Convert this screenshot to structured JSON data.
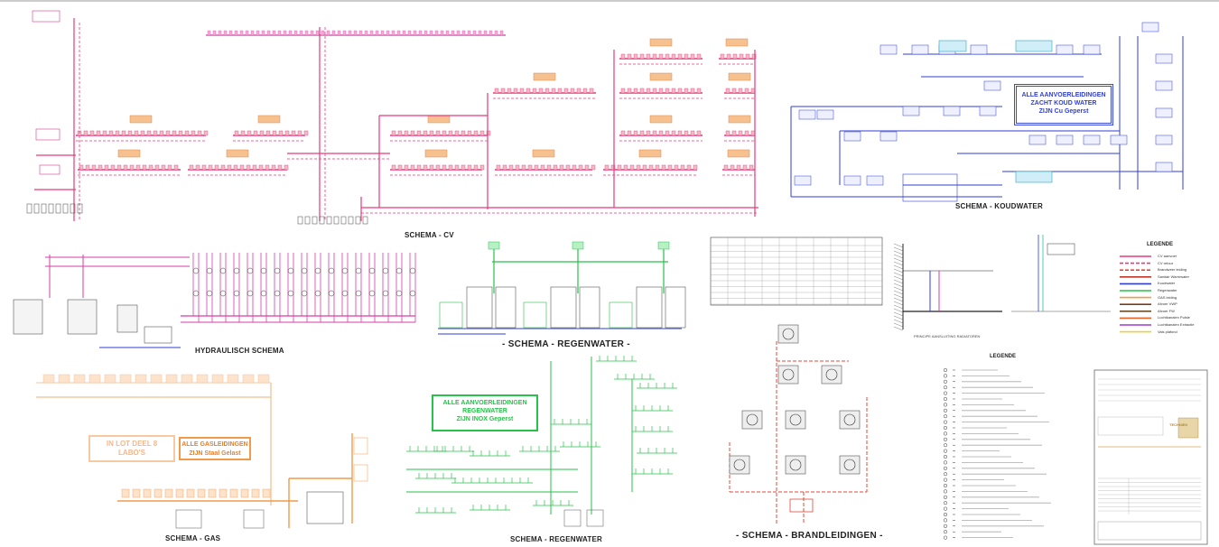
{
  "sheet": {
    "colors": {
      "cv": "#e83a7a",
      "cv_supply": "#d63d8e",
      "cold_water": "#2f3fd8",
      "rain_water": "#27c24a",
      "gas": "#f09a4a",
      "fire": "#e04a3a",
      "dark": "#333333"
    }
  },
  "schemas": {
    "cv": {
      "title": "SCHEMA - CV"
    },
    "koudwater": {
      "title": "SCHEMA - KOUDWATER",
      "note": [
        "ALLE AANVOERLEIDINGEN",
        "ZACHT KOUD WATER",
        "ZIJN  Cu Geperst"
      ]
    },
    "hydraulisch": {
      "title": "HYDRAULISCH SCHEMA"
    },
    "regenwater_top": {
      "title": "- SCHEMA - REGENWATER -"
    },
    "regenwater_bottom": {
      "title": "SCHEMA - REGENWATER",
      "note": [
        "ALLE AANVOERLEIDINGEN",
        "REGENWATER",
        "ZIJN  INOX Geperst"
      ]
    },
    "gas": {
      "title": "SCHEMA - GAS",
      "lot_note": [
        "IN LOT  DEEL 8",
        "LABO'S"
      ],
      "note": [
        "ALLE GASLEIDINGEN",
        "ZIJN  Staal Gelast"
      ]
    },
    "brand": {
      "title": "- SCHEMA - BRANDLEIDINGEN -"
    }
  },
  "details": {
    "radiator_caption": "PRINCIPE AANSLUITING RADIATOREN"
  },
  "legend_lines": {
    "title": "LEGENDE",
    "items": [
      {
        "label": "CV aanvoer",
        "color": "#e83a7a",
        "dash": false
      },
      {
        "label": "CV retour",
        "color": "#e83a7a",
        "dash": true
      },
      {
        "label": "Brandweer leiding",
        "color": "#e04a3a",
        "dash": true
      },
      {
        "label": "Sanitair Warmwater",
        "color": "#c0392b",
        "dash": false
      },
      {
        "label": "Koudwater",
        "color": "#2f3fd8",
        "dash": false
      },
      {
        "label": "Regenwater",
        "color": "#27c24a",
        "dash": false
      },
      {
        "label": "GAS leiding",
        "color": "#f09a4a",
        "dash": false
      },
      {
        "label": "Afvoer VWP",
        "color": "#7a3d1a",
        "dash": false
      },
      {
        "label": "Afvoer FW",
        "color": "#6b4f2a",
        "dash": false
      },
      {
        "label": "Luchtkanalen Pulsie",
        "color": "#e8642a",
        "dash": false
      },
      {
        "label": "Luchtkanalen Extractie",
        "color": "#a03ad6",
        "dash": false
      },
      {
        "label": "Vals plafond",
        "color": "#e8d33a",
        "dash": false
      }
    ]
  },
  "legend_symbols": {
    "title": "LEGENDE"
  },
  "title_block": {
    "label": "TECHNIEK"
  }
}
